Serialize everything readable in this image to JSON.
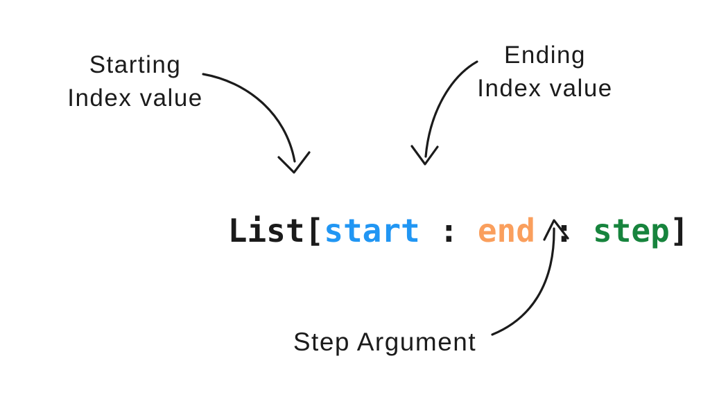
{
  "colors": {
    "background": "#ffffff",
    "ink": "#1b1b1b",
    "token_start": "#2196f3",
    "token_end": "#fa9f5d",
    "token_step": "#17843d"
  },
  "labels": {
    "starting": {
      "line1": "Starting",
      "line2": "Index value"
    },
    "ending": {
      "line1": "Ending",
      "line2": "Index value"
    },
    "step": {
      "text": "Step Argument"
    }
  },
  "code": {
    "full_text": "List[start : end : step]",
    "tokens": [
      {
        "text": "List[",
        "color": "ink"
      },
      {
        "text": "start",
        "color": "token_start"
      },
      {
        "text": " : ",
        "color": "ink"
      },
      {
        "text": "end",
        "color": "token_end"
      },
      {
        "text": " : ",
        "color": "ink"
      },
      {
        "text": "step",
        "color": "token_step"
      },
      {
        "text": "]",
        "color": "ink"
      }
    ]
  },
  "icons": {
    "arrow_to_start": "curved-arrow-down-right",
    "arrow_to_end": "curved-arrow-down-left",
    "arrow_to_step": "curved-arrow-up-right"
  }
}
